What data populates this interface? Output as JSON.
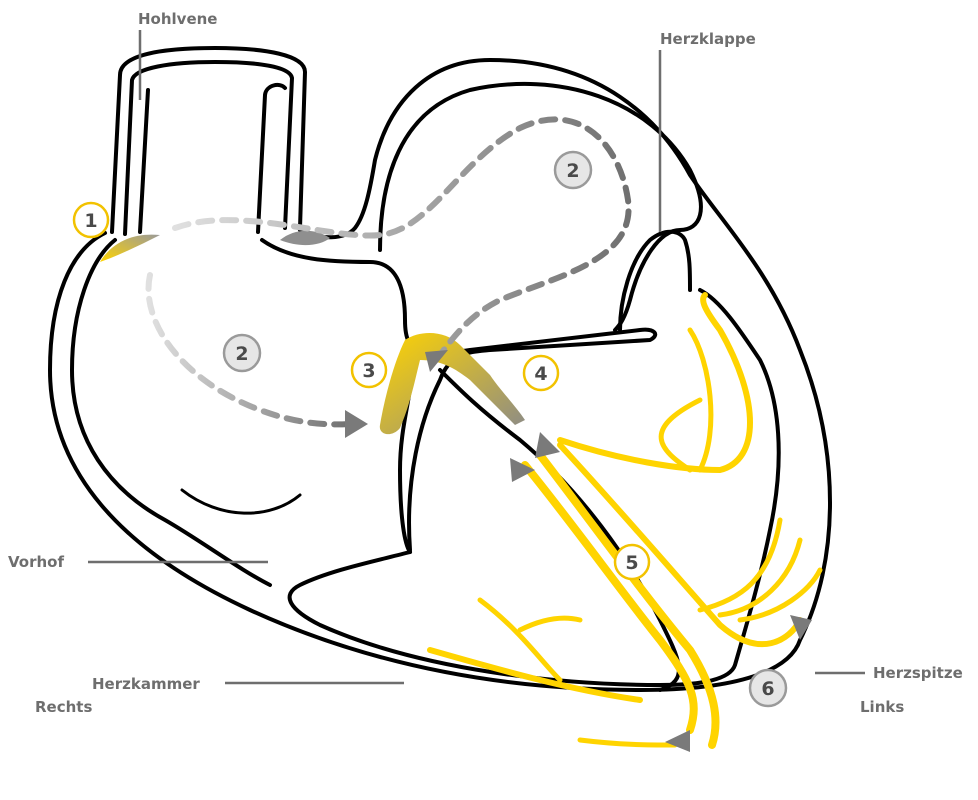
{
  "labels": {
    "hohlvene": "Hohlvene",
    "herzklappe": "Herzklappe",
    "vorhof": "Vorhof",
    "herzkammer": "Herzkammer",
    "herzspitze": "Herzspitze",
    "rechts": "Rechts",
    "links": "Links"
  },
  "steps": [
    "1",
    "2",
    "2",
    "3",
    "4",
    "5",
    "6"
  ],
  "colors": {
    "outline": "#000000",
    "nerve": "#FFD400",
    "arrow": "#7a7a7a",
    "label": "#6e6e6e",
    "badge_fill": "#e6e6e6",
    "badge_yellow_ring": "#F2C200",
    "badge_grey_ring": "#9a9a9a"
  }
}
